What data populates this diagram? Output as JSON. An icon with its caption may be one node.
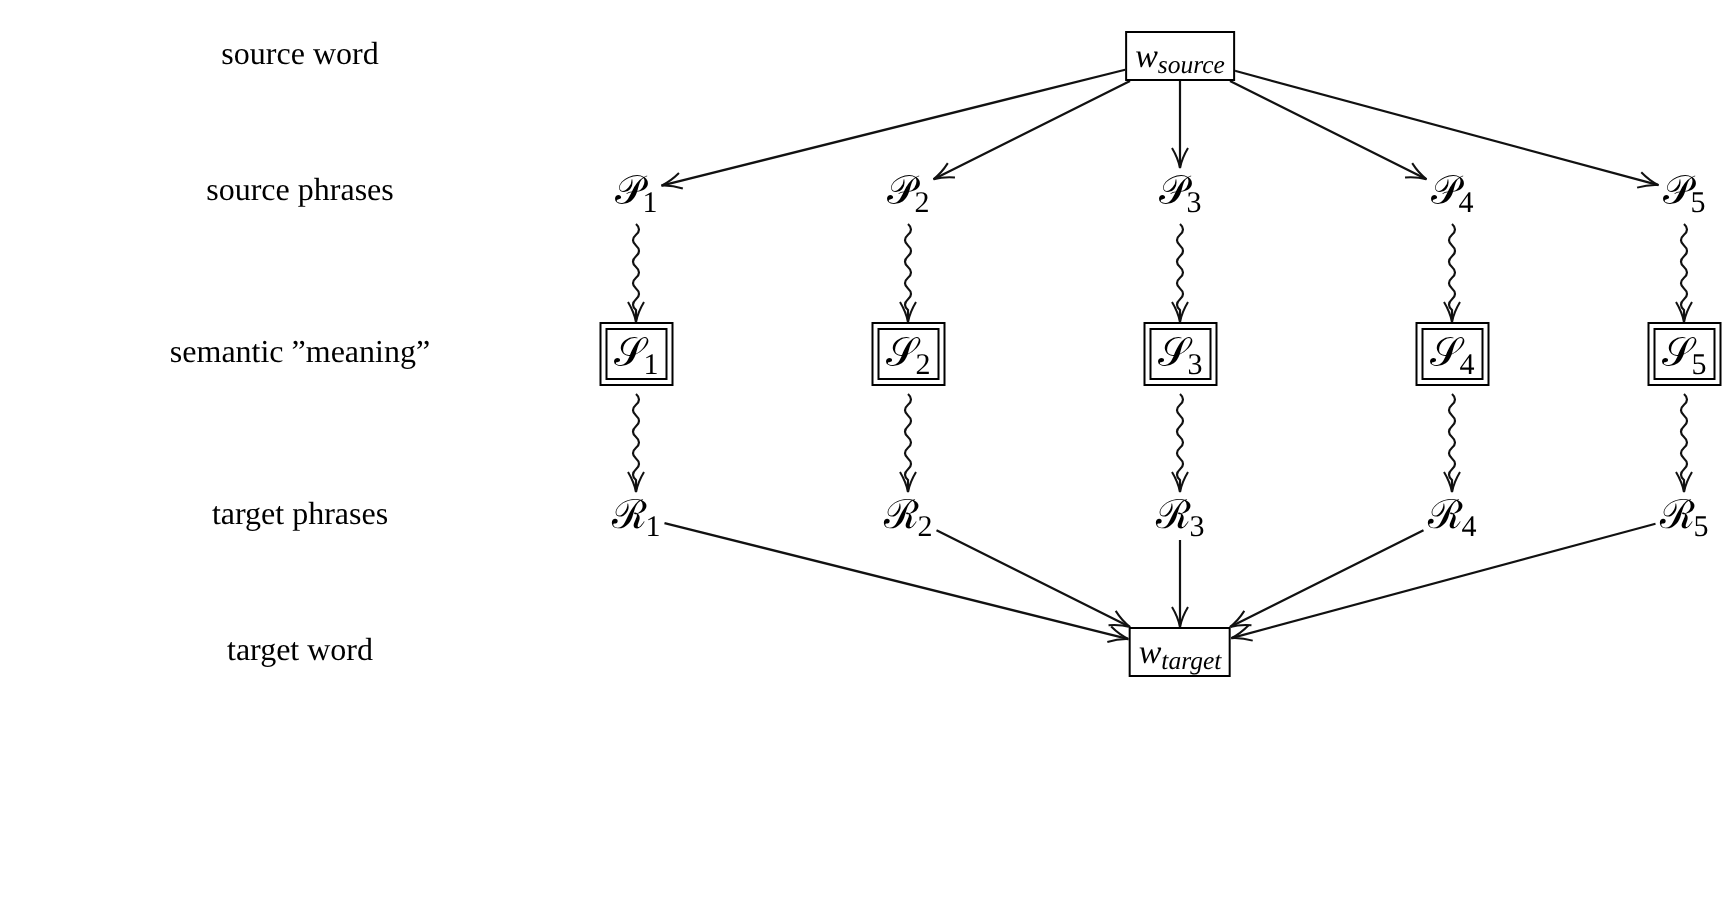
{
  "diagram": {
    "nodes": [
      {
        "text": [
          "w$_{source}$"
        ]
      },
      {
        "text": [
          "𝒫$_{1}$"
        ]
      },
      {
        "text": [
          "𝒫$_{2}$"
        ]
      },
      {
        "text": [
          "𝒫$_{3}$"
        ]
      },
      {
        "text": [
          "𝒫$_{4}$"
        ]
      },
      {
        "text": [
          "𝒫$_{5}$"
        ]
      },
      {
        "text": [
          "𝒮$_{1}$"
        ]
      },
      {
        "text": [
          "𝒮$_{2}$"
        ]
      },
      {
        "text": [
          "𝒮$_{3}$"
        ]
      },
      {
        "text": [
          "𝒮$_{4}$"
        ]
      },
      {
        "text": [
          "𝒮$_{5}$"
        ]
      },
      {
        "text": [
          "ℛ$_{1}$"
        ]
      },
      {
        "text": [
          "ℛ$_{2}$"
        ]
      },
      {
        "text": [
          "ℛ$_{3}$"
        ]
      },
      {
        "text": [
          "ℛ$_{4}$"
        ]
      },
      {
        "text": [
          "ℛ$_{5}$"
        ]
      },
      {
        "text": [
          "w$_{target}$"
        ]
      }
    ],
    "edges": [
      {
        "from": 0,
        "to": 1,
        "arrow": "to"
      },
      {
        "from": 0,
        "to": 2,
        "arrow": "to"
      },
      {
        "from": 0,
        "to": 3,
        "arrow": "to"
      },
      {
        "from": 0,
        "to": 4,
        "arrow": "to"
      },
      {
        "from": 0,
        "to": 5,
        "arrow": "to"
      },
      {
        "from": 1,
        "to": 6,
        "arrow": "to"
      },
      {
        "from": 2,
        "to": 7,
        "arrow": "to"
      },
      {
        "from": 3,
        "to": 8,
        "arrow": "to"
      },
      {
        "from": 4,
        "to": 9,
        "arrow": "to"
      },
      {
        "from": 5,
        "to": 10,
        "arrow": "to"
      },
      {
        "from": 6,
        "to": 11,
        "arrow": "to"
      },
      {
        "from": 7,
        "to": 12,
        "arrow": "to"
      },
      {
        "from": 8,
        "to": 13,
        "arrow": "to"
      },
      {
        "from": 9,
        "to": 14,
        "arrow": "to"
      },
      {
        "from": 10,
        "to": 15,
        "arrow": "to"
      },
      {
        "from": 11,
        "to": 16,
        "arrow": "to"
      },
      {
        "from": 12,
        "to": 16,
        "arrow": "to"
      },
      {
        "from": 13,
        "to": 16,
        "arrow": "to"
      },
      {
        "from": 14,
        "to": 16,
        "arrow": "to"
      },
      {
        "from": 15,
        "to": 16,
        "arrow": "to"
      }
    ],
    "labels": [
      "source word",
      "source phrases",
      "semantic ”meaning”",
      "target phrases",
      "target word"
    ]
  }
}
